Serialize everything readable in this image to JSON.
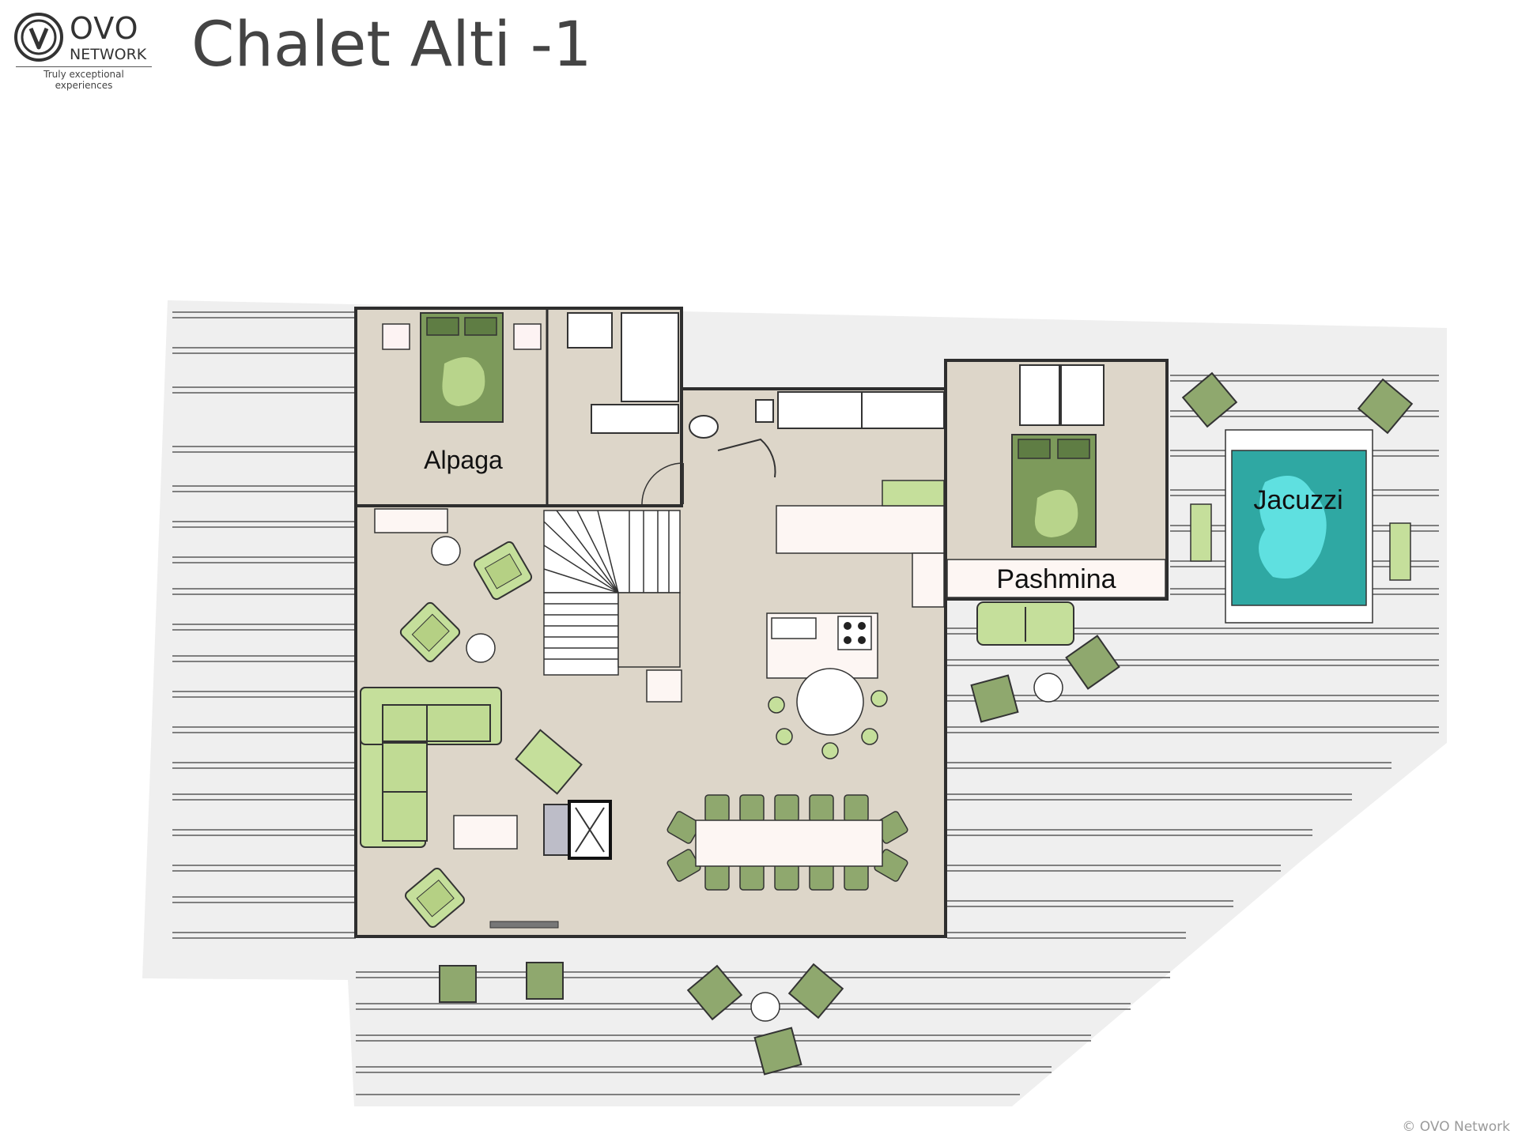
{
  "logo": {
    "word": "OVO",
    "network": "NETWORK",
    "tagline": "Truly exceptional experiences"
  },
  "title": "Chalet Alti -1",
  "rooms": {
    "alpaga": "Alpaga",
    "pashmina": "Pashmina",
    "jacuzzi": "Jacuzzi"
  },
  "copyright": "© OVO Network",
  "colors": {
    "floor": "#ddd6c9",
    "deck": "#efefef",
    "wall": "#2e2e2e",
    "furniture_green": "#c5df9b",
    "bed_green": "#7d9a5b",
    "water": "#2fa8a3",
    "counter": "#fdf6f3"
  }
}
